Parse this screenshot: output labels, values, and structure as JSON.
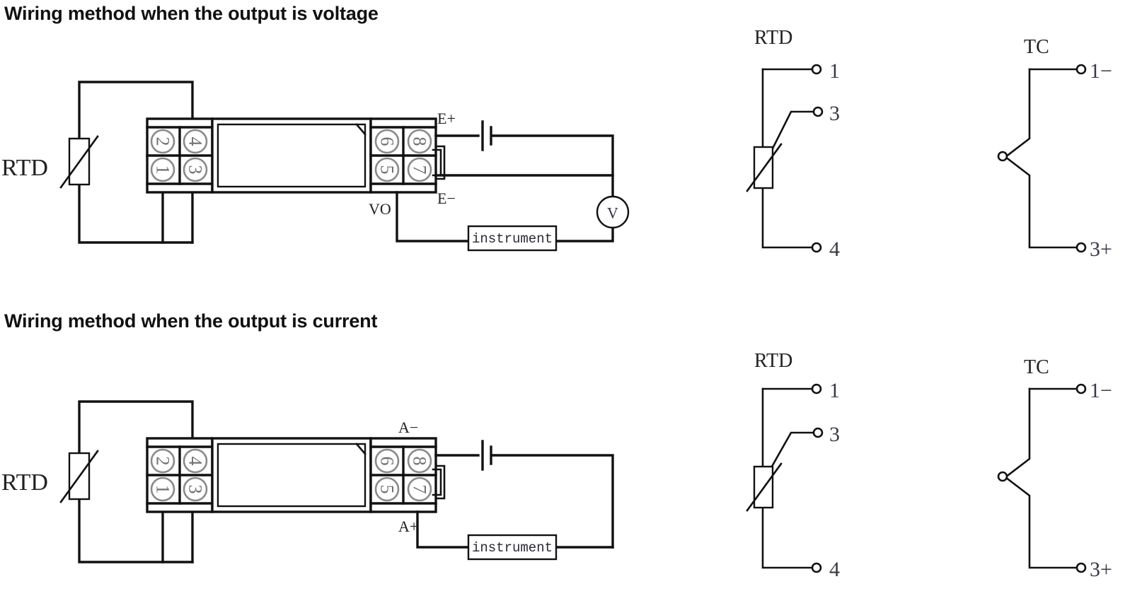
{
  "page": {
    "background": "#ffffff",
    "ink": "#111111",
    "terminal_number_color": "#6f6f6f"
  },
  "sections": [
    {
      "id": "voltage",
      "title": "Wiring method when the output is voltage",
      "sensor_label": "RTD",
      "device": {
        "left_terminals": [
          {
            "pos": "top-left",
            "number": "2"
          },
          {
            "pos": "top-right",
            "number": "4"
          },
          {
            "pos": "bottom-left",
            "number": "1"
          },
          {
            "pos": "bottom-right",
            "number": "3"
          }
        ],
        "right_terminals": [
          {
            "pos": "top-left",
            "number": "6"
          },
          {
            "pos": "top-right",
            "number": "8"
          },
          {
            "pos": "bottom-left",
            "number": "5"
          },
          {
            "pos": "bottom-right",
            "number": "7"
          }
        ]
      },
      "terminal_labels": {
        "supply_positive": "E+",
        "supply_negative": "E−",
        "output": "VO"
      },
      "instrument_label": "instrument",
      "meter_label": "V",
      "has_meter": true,
      "has_output_label": true
    },
    {
      "id": "current",
      "title": "Wiring method when the output is current",
      "sensor_label": "RTD",
      "device": {
        "left_terminals": [
          {
            "pos": "top-left",
            "number": "2"
          },
          {
            "pos": "top-right",
            "number": "4"
          },
          {
            "pos": "bottom-left",
            "number": "1"
          },
          {
            "pos": "bottom-right",
            "number": "3"
          }
        ],
        "right_terminals": [
          {
            "pos": "top-left",
            "number": "6"
          },
          {
            "pos": "top-right",
            "number": "8"
          },
          {
            "pos": "bottom-left",
            "number": "5"
          },
          {
            "pos": "bottom-right",
            "number": "7"
          }
        ]
      },
      "terminal_labels": {
        "supply_negative": "A−",
        "supply_positive": "A+"
      },
      "instrument_label": "instrument",
      "has_meter": false,
      "has_output_label": false
    }
  ],
  "sensor_diagrams": [
    {
      "id": "rtd-top",
      "title": "RTD",
      "pins": [
        "1",
        "3",
        "4"
      ]
    },
    {
      "id": "tc-top",
      "title": "TC",
      "pins": [
        "1−",
        "3+"
      ]
    },
    {
      "id": "rtd-bottom",
      "title": "RTD",
      "pins": [
        "1",
        "3",
        "4"
      ]
    },
    {
      "id": "tc-bottom",
      "title": "TC",
      "pins": [
        "1−",
        "3+"
      ]
    }
  ]
}
